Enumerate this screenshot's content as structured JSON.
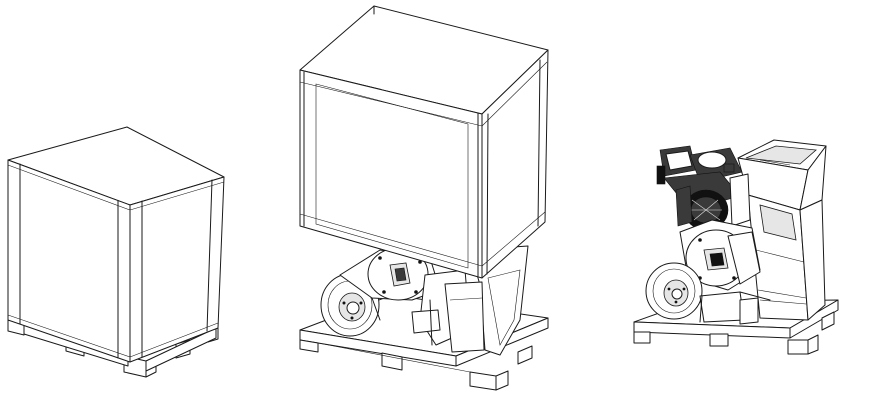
{
  "figure": {
    "panels": [
      {
        "id": "closed-crate",
        "icon": "closed-shipping-crate"
      },
      {
        "id": "crate-lifted",
        "icon": "crate-lifted-over-chipper"
      },
      {
        "id": "unpacked-chipper",
        "icon": "wood-chipper-on-pallet"
      }
    ]
  }
}
